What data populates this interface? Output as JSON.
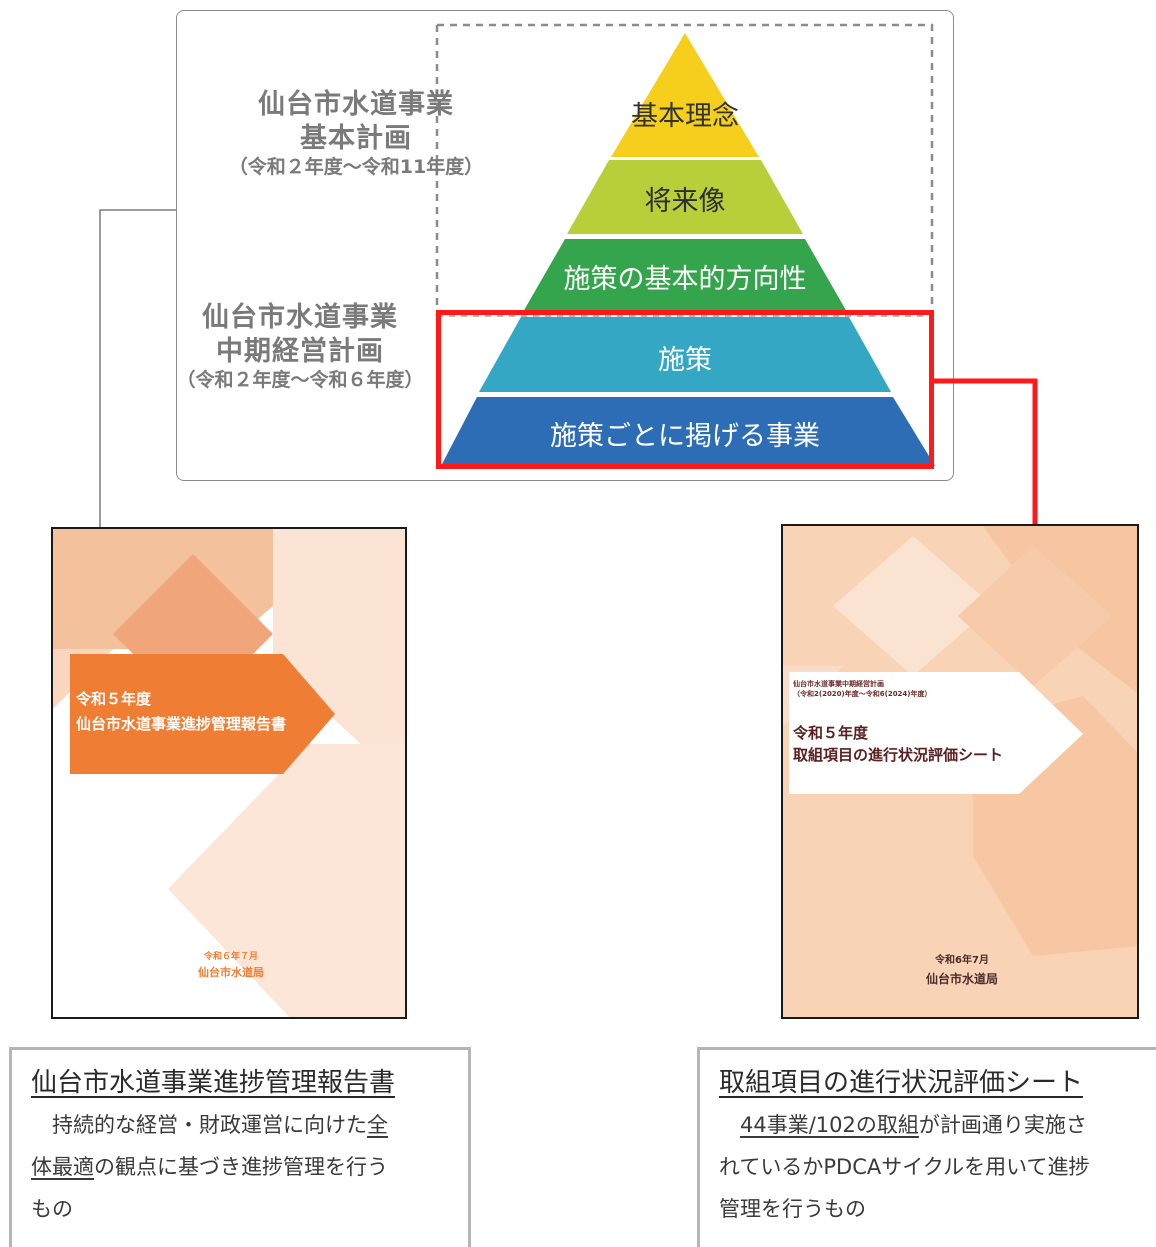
{
  "plan": {
    "basic_plan": {
      "line1": "仙台市水道事業",
      "line2": "基本計画",
      "period": "（令和２年度～令和11年度）"
    },
    "mid_plan": {
      "line1": "仙台市水道事業",
      "line2": "中期経営計画",
      "period": "（令和２年度～令和６年度）"
    }
  },
  "pyramid": {
    "levels": [
      {
        "label": "基本理念",
        "color": "#f5cf1c",
        "text_color": "#333333"
      },
      {
        "label": "将来像",
        "color": "#b9cf3a",
        "text_color": "#2e2e2e"
      },
      {
        "label": "施策の基本的方向性",
        "color": "#35a54d",
        "text_color": "#ffffff"
      },
      {
        "label": "施策",
        "color": "#33a7c4",
        "text_color": "#ffffff"
      },
      {
        "label": "施策ごとに掲げる事業",
        "color": "#2d6db6",
        "text_color": "#ffffff"
      }
    ]
  },
  "left_report": {
    "cover_title_line1": "令和５年度",
    "cover_title_line2": "仙台市水道事業進捗管理報告書",
    "cover_date": "令和６年７月",
    "cover_org": "仙台市水道局",
    "title": "仙台市水道事業進捗管理報告書",
    "body_parts": [
      {
        "text": "　持続的な経営・財政運営に向けた",
        "u": false
      },
      {
        "text": "全体最適",
        "u": true
      },
      {
        "text": "の観点に基づき進捗管理を行うもの",
        "u": false
      }
    ],
    "body_line1_a": "　持続的な経営・財政運営に向けた",
    "body_line1_u": "全",
    "body_line2_u": "体最適",
    "body_line2_b": "の観点に基づき進捗管理を行う",
    "body_line3": "もの"
  },
  "right_report": {
    "cover_subtitle_line1": "仙台市水道事業中期経営計画",
    "cover_subtitle_line2": "（令和2(2020)年度～令和6(2024)年度）",
    "cover_title_line1": "令和５年度",
    "cover_title_line2": "取組項目の進行状況評価シート",
    "cover_date": "令和6年7月",
    "cover_org": "仙台市水道局",
    "title": "取組項目の進行状況評価シート",
    "body_line1_u": "44事業/102の取組",
    "body_line1_b": "が計画通り実施さ",
    "body_line2": "れているかPDCAサイクルを用いて進捗",
    "body_line3": "管理を行うもの"
  },
  "colors": {
    "highlight": "#ff1a1a",
    "connector": "#7a7a7a",
    "orange": "#ef7d34",
    "right_cover_bg": "#f9d3b5"
  }
}
